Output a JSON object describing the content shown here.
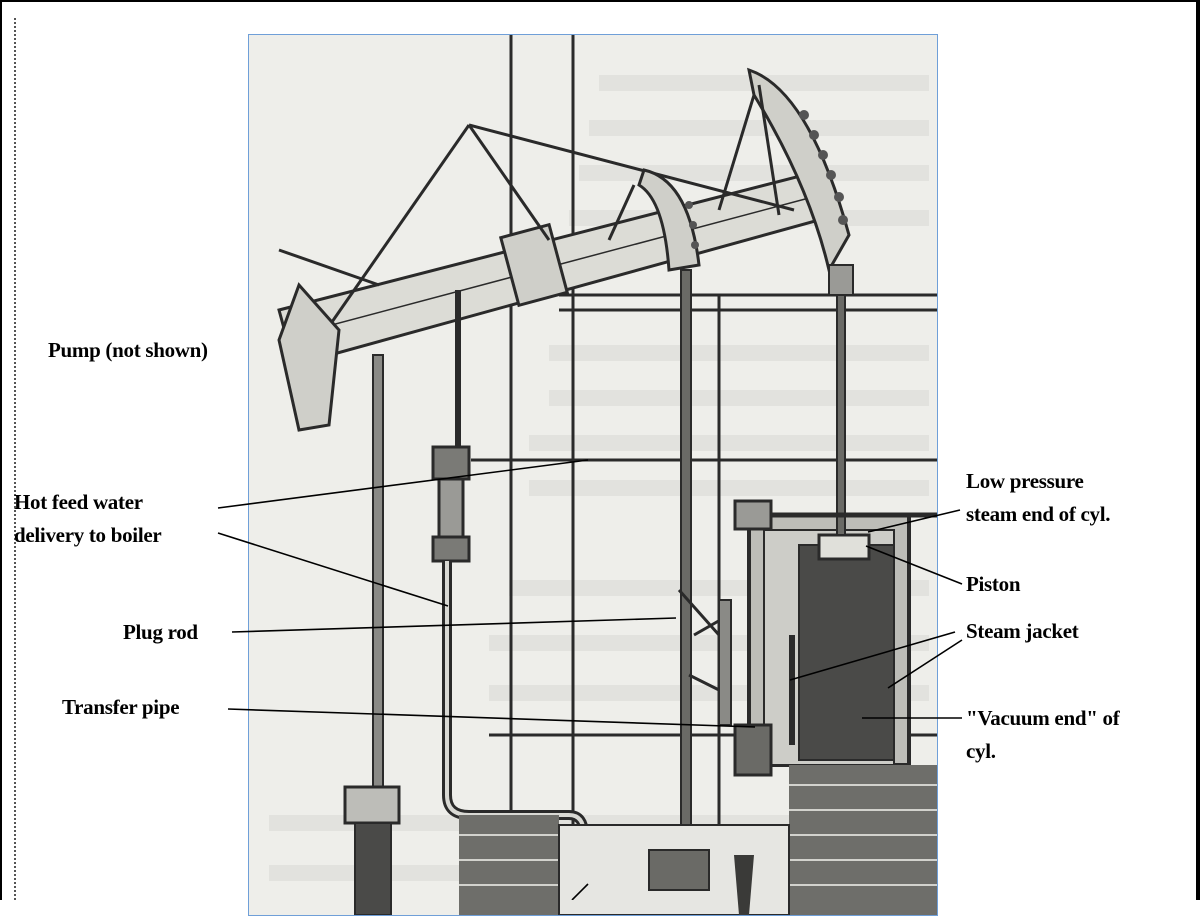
{
  "labels": {
    "pump": "Pump (not shown)",
    "hot_feed_line1": "Hot feed water",
    "hot_feed_line2": "delivery to boiler",
    "plug_rod": "Plug rod",
    "transfer_pipe": "Transfer pipe",
    "low_pressure_line1": "Low pressure",
    "low_pressure_line2": "steam end of cyl.",
    "piston": "Piston",
    "steam_jacket": "Steam jacket",
    "vacuum_line1": "\"Vacuum end\" of",
    "vacuum_line2": "cyl."
  },
  "colors": {
    "ink": "#2a2a2a",
    "paper": "#eeeeea",
    "panel_border": "#6f9fd8",
    "label_text": "#000000"
  }
}
